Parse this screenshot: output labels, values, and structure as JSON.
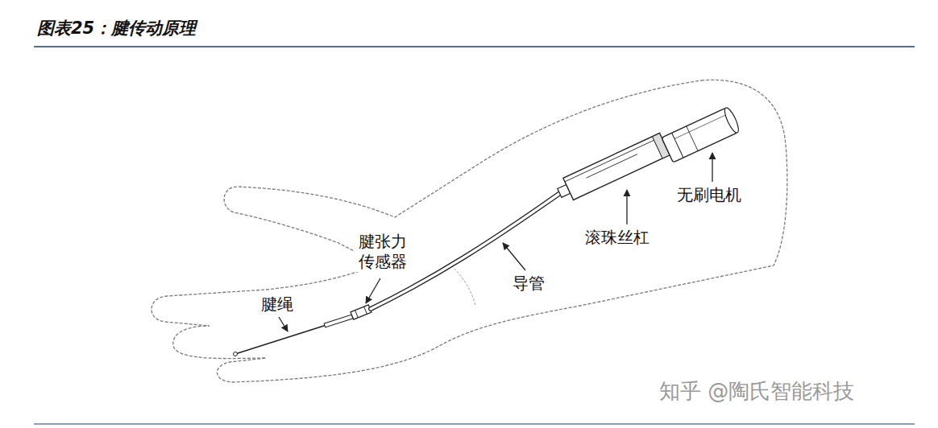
{
  "diagram": {
    "title": "图表25：腱传动原理",
    "labels": [
      "腱张力 传感器",
      "腱绳",
      "导管",
      "滚珠丝杠",
      "无刷电机",
      "知乎 @陶氏智能科技"
    ]
  }
}
